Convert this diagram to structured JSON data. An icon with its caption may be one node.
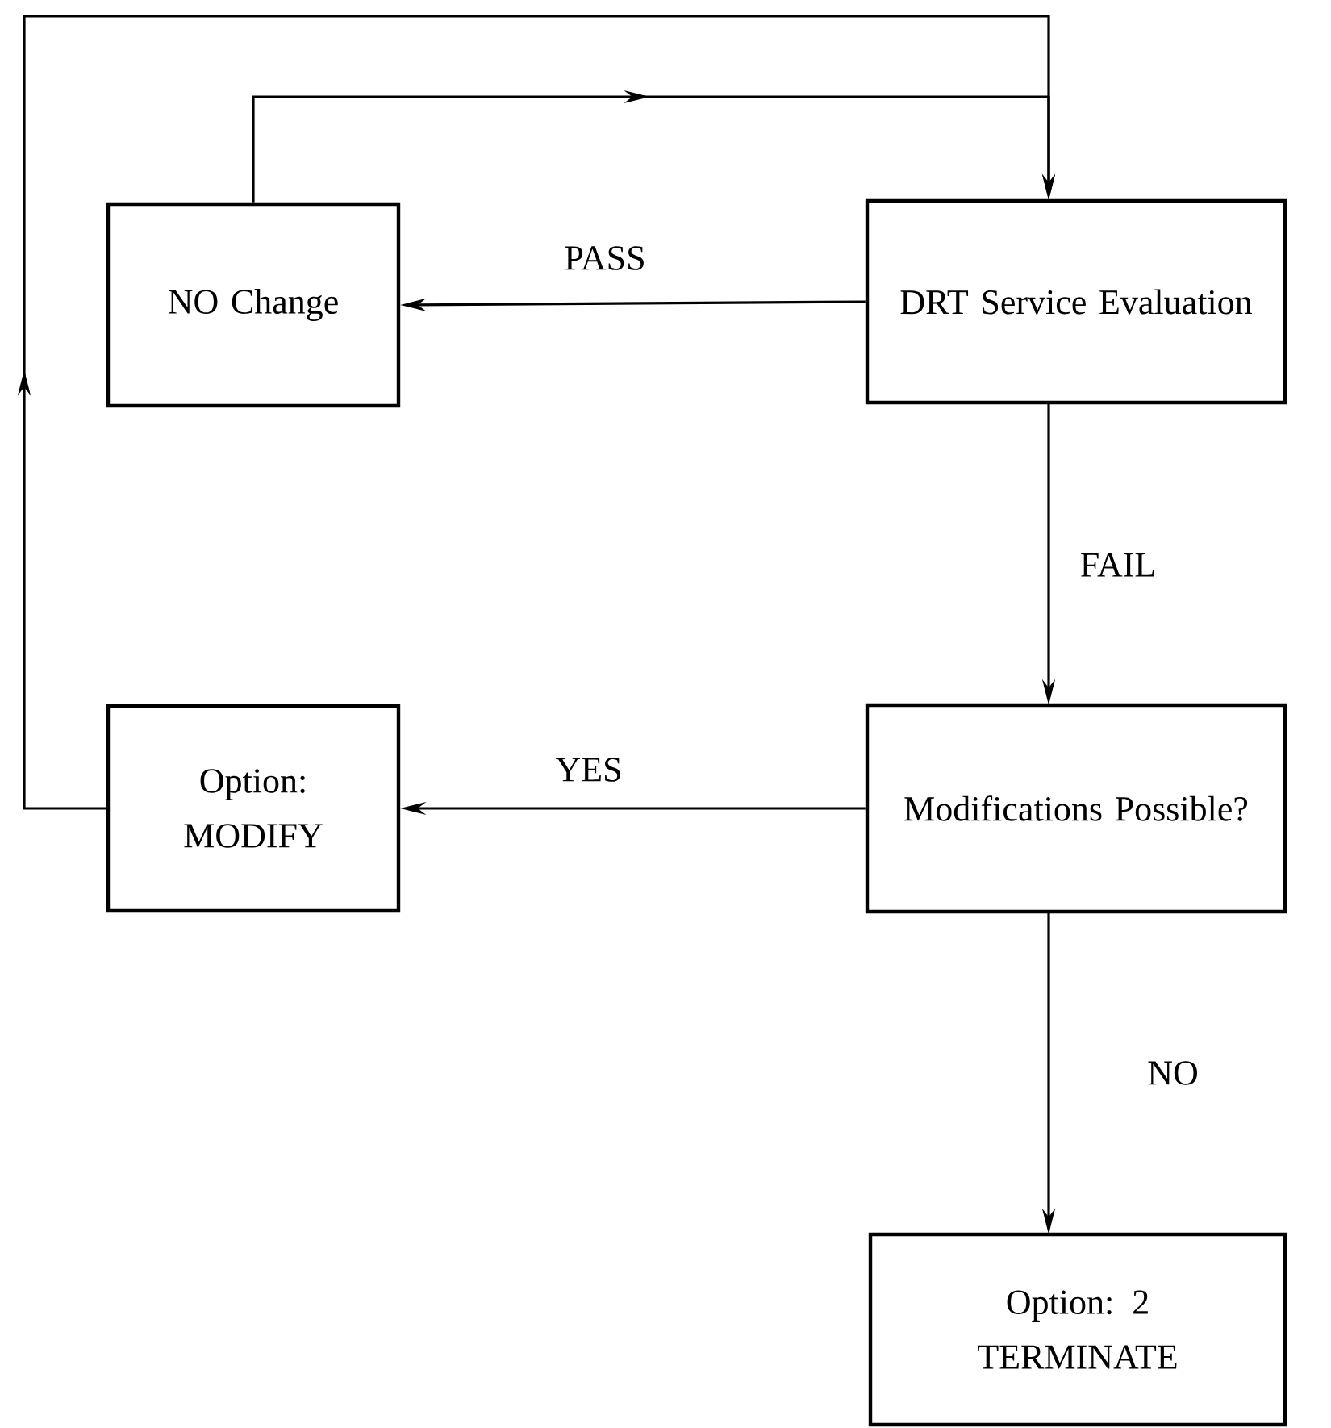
{
  "diagram": {
    "nodes": [
      {
        "text": [
          "NO Change"
        ]
      },
      {
        "text": [
          "DRT Service Evaluation"
        ]
      },
      {
        "text": [
          "Option: MODIFY"
        ]
      },
      {
        "text": [
          "Modifications Possible?"
        ]
      },
      {
        "text": [
          "Option: 2 TERMINATE"
        ]
      }
    ],
    "edges": [
      {
        "from": 1,
        "to": 0,
        "arrow": "to",
        "label": "PASS"
      },
      {
        "from": 1,
        "to": 3,
        "arrow": "to",
        "label": "FAIL"
      },
      {
        "from": 3,
        "to": 2,
        "arrow": "to",
        "label": "YES"
      },
      {
        "from": 3,
        "to": 4,
        "arrow": "to",
        "label": "NO"
      },
      {
        "from": 0,
        "to": 1,
        "arrow": "to"
      },
      {
        "from": 2,
        "to": 1,
        "arrow": "to"
      }
    ]
  }
}
